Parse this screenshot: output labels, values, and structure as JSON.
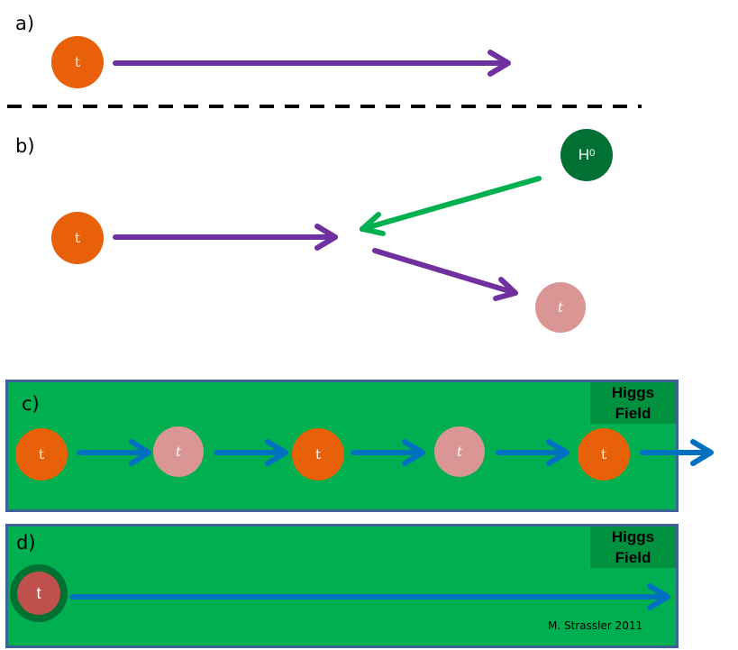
{
  "panels": {
    "a": {
      "label": "a)",
      "particle": "t"
    },
    "b": {
      "label": "b)",
      "incoming_particle": "t",
      "higgs_particle": "H",
      "higgs_superscript": "0",
      "outgoing_particle": "t"
    },
    "c": {
      "label": "c)",
      "field_label_line1": "Higgs",
      "field_label_line2": "Field",
      "sequence": [
        "t",
        "t",
        "t",
        "t",
        "t"
      ],
      "sequence_types": [
        "left",
        "right",
        "left",
        "right",
        "left"
      ]
    },
    "d": {
      "label": "d)",
      "field_label_line1": "Higgs",
      "field_label_line2": "Field",
      "particle": "t",
      "credit": "M. Strassler  2011"
    }
  },
  "colors": {
    "left_handed_top": "#e8600a",
    "right_handed_top": "#da9694",
    "massive_top": "#c0504d",
    "higgs_boson": "#007033",
    "higgs_field_bg": "#00b050",
    "higgs_field_tag": "#00913f",
    "panel_border": "#3c6296",
    "arrow_purple": "#7030a0",
    "arrow_green": "#00b050",
    "arrow_blue": "#0070c0"
  }
}
